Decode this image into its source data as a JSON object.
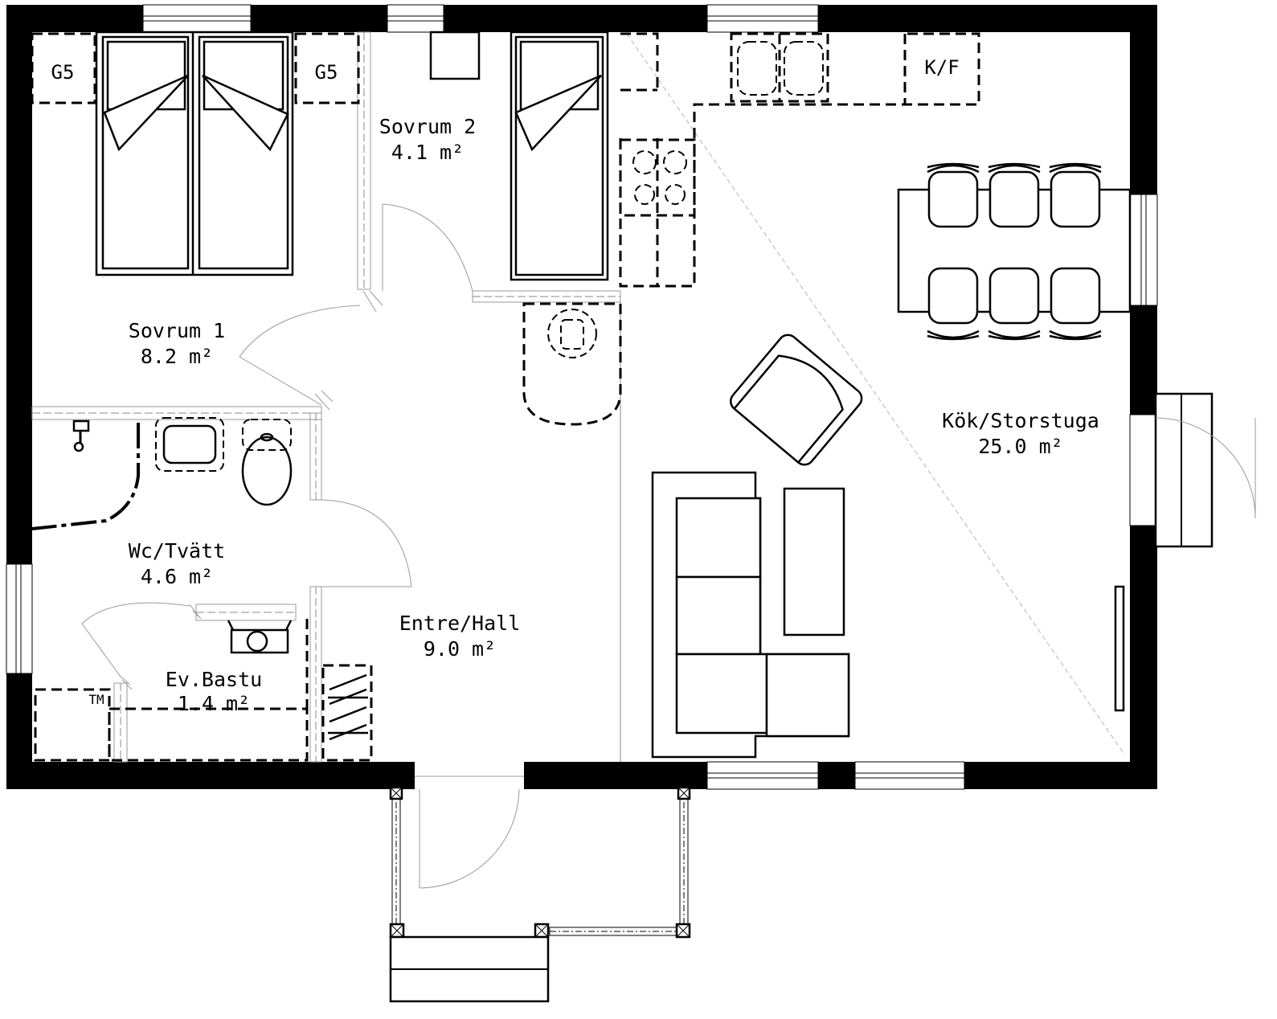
{
  "rooms": [
    {
      "name": "Sovrum 1",
      "area": "8.2 m²"
    },
    {
      "name": "Sovrum 2",
      "area": "4.1 m²"
    },
    {
      "name": "Wc/Tvätt",
      "area": "4.6 m²"
    },
    {
      "name": "Ev.Bastu",
      "area": "1.4 m²"
    },
    {
      "name": "Entre/Hall",
      "area": "9.0 m²"
    },
    {
      "name": "Kök/Storstuga",
      "area": "25.0 m²"
    }
  ],
  "tags": {
    "g5_left": "G5",
    "g5_right": "G5",
    "fridge": "K/F",
    "tm": "TM"
  }
}
